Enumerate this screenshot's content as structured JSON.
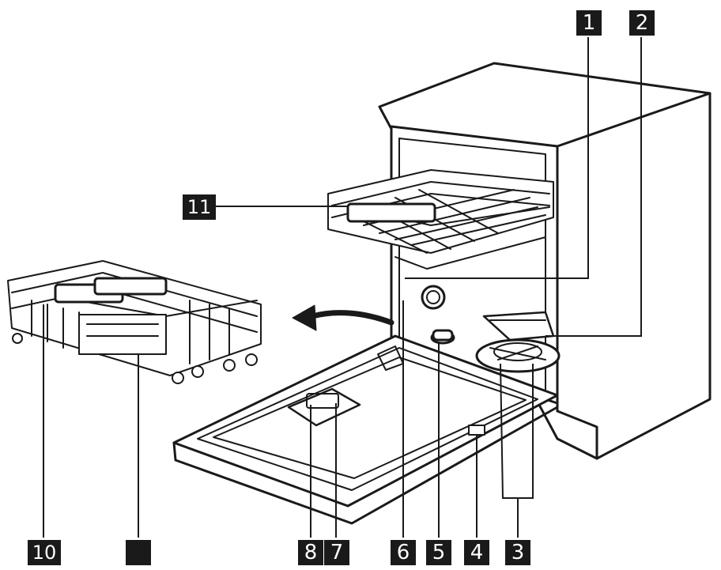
{
  "callouts": {
    "c1": "1",
    "c2": "2",
    "c3": "3",
    "c4": "4",
    "c5": "5",
    "c6": "6",
    "c7": "7",
    "c8": "8",
    "c9": "",
    "c10": "10",
    "c11": "11"
  },
  "colors": {
    "line": "#1a1a1a",
    "callout_bg": "#1a1a1a",
    "callout_text": "#ffffff",
    "background": "#ffffff"
  }
}
